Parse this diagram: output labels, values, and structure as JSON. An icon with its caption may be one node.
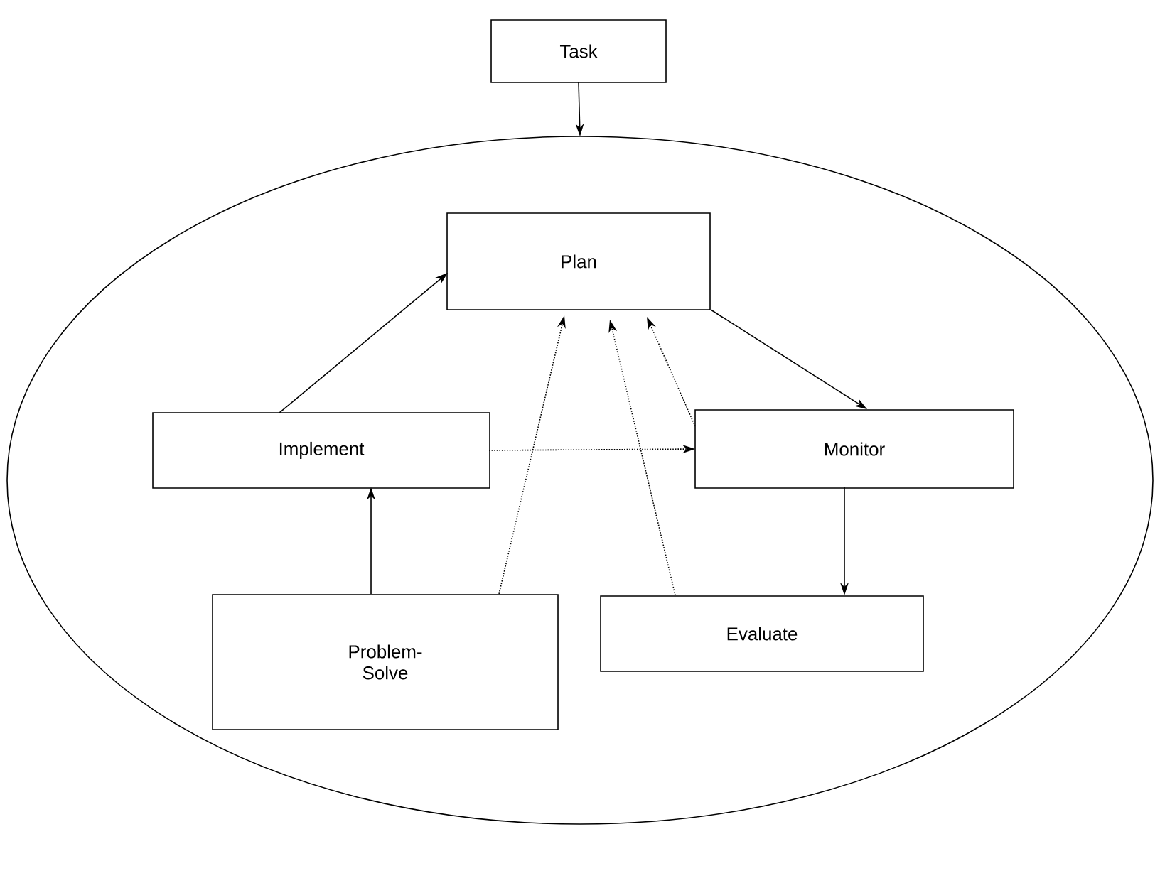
{
  "diagram": {
    "nodes": [
      {
        "text": [
          "Task"
        ]
      },
      {
        "text": [],
        "shape": "ellipse"
      },
      {
        "text": [
          "Plan"
        ],
        "in": 1
      },
      {
        "text": [
          "Implement"
        ],
        "in": 1
      },
      {
        "text": [
          "Monitor"
        ],
        "in": 1
      },
      {
        "text": [
          "Problem-Solve"
        ],
        "in": 1
      },
      {
        "text": [
          "Evaluate"
        ],
        "in": 1
      }
    ],
    "edges": [
      {
        "from": 0,
        "to": 1,
        "arrow": "to"
      },
      {
        "from": 3,
        "to": 2,
        "arrow": "to"
      },
      {
        "from": 2,
        "to": 4,
        "arrow": "to"
      },
      {
        "from": 4,
        "to": 6,
        "arrow": "to"
      },
      {
        "from": 5,
        "to": 3,
        "arrow": "to"
      },
      {
        "from": 3,
        "to": 4,
        "arrow": "to",
        "style": "dashed"
      },
      {
        "from": 5,
        "to": 2,
        "arrow": "to",
        "style": "dashed"
      },
      {
        "from": 6,
        "to": 2,
        "arrow": "to",
        "style": "dashed"
      },
      {
        "from": 4,
        "to": 2,
        "arrow": "to",
        "style": "dashed"
      }
    ]
  }
}
